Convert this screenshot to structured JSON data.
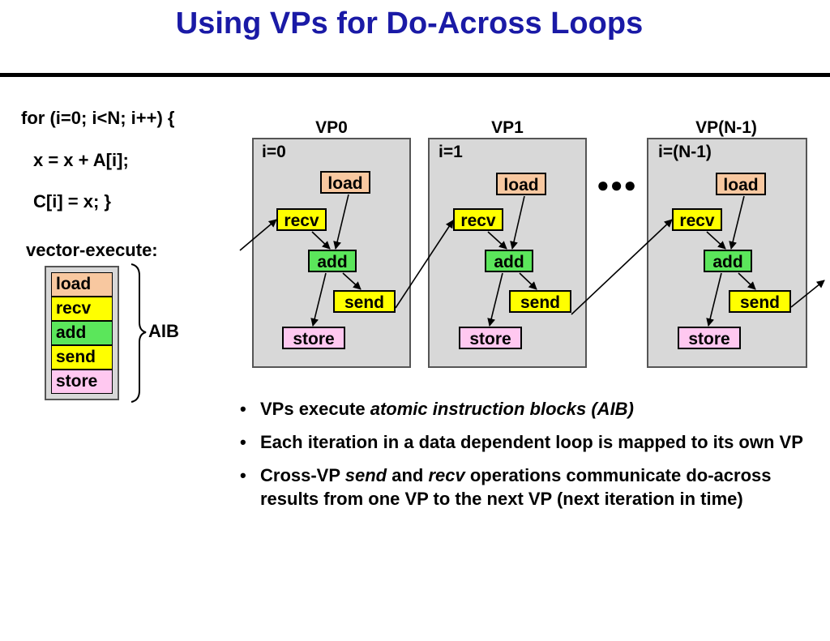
{
  "title": "Using VPs for Do-Across Loops",
  "code": {
    "line1": "for (i=0; i<N; i++) {",
    "line2": "x = x + A[i];",
    "line3": "C[i] = x; }"
  },
  "vector_execute_label": "vector-execute:",
  "aib": {
    "items": [
      "load",
      "recv",
      "add",
      "send",
      "store"
    ],
    "brace_label": "AIB"
  },
  "vps": [
    {
      "title": "VP0",
      "iter": "i=0",
      "ops": {
        "load": "load",
        "recv": "recv",
        "add": "add",
        "send": "send",
        "store": "store"
      }
    },
    {
      "title": "VP1",
      "iter": "i=1",
      "ops": {
        "load": "load",
        "recv": "recv",
        "add": "add",
        "send": "send",
        "store": "store"
      }
    },
    {
      "title": "VP(N-1)",
      "iter": "i=(N-1)",
      "ops": {
        "load": "load",
        "recv": "recv",
        "add": "add",
        "send": "send",
        "store": "store"
      }
    }
  ],
  "ellipsis": "●●●",
  "bullets": {
    "b1": {
      "pre": "VPs execute ",
      "em": "atomic instruction blocks (AIB)"
    },
    "b2": {
      "text": "Each iteration in a data dependent loop is mapped to its own VP"
    },
    "b3": {
      "pre": "Cross-VP ",
      "em1": "send",
      "mid": " and ",
      "em2": "recv",
      "post": " operations communicate do-across results from one VP to the next VP (next iteration in time)"
    }
  },
  "colors": {
    "title": "#1a1aa6",
    "load": "#f8c8a0",
    "recv": "#ffff00",
    "add": "#5be65b",
    "send": "#ffff00",
    "store": "#ffc8f0",
    "panel": "#d8d8d8"
  }
}
